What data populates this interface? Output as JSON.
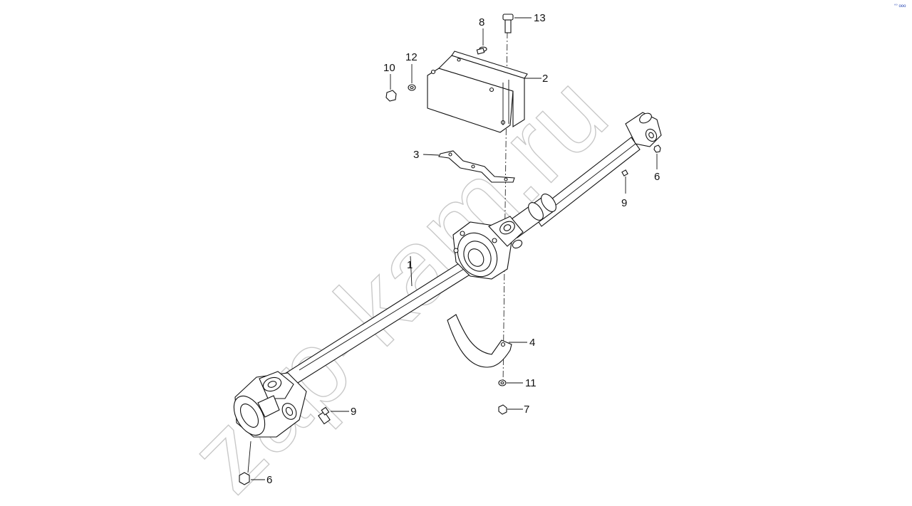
{
  "watermark": "zap-kam.ru",
  "corner_mark": "°° ooo",
  "callouts": {
    "c1": "1",
    "c2": "2",
    "c3": "3",
    "c4": "4",
    "c6a": "6",
    "c6b": "6",
    "c7": "7",
    "c8": "8",
    "c9a": "9",
    "c9b": "9",
    "c10": "10",
    "c11": "11",
    "c12": "12",
    "c13": "13"
  }
}
